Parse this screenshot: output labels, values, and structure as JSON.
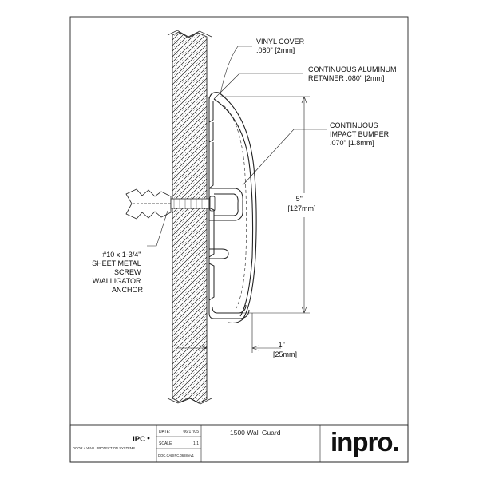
{
  "drawing": {
    "callouts": {
      "vinyl_cover": [
        "VINYL COVER",
        ".080\" [2mm]"
      ],
      "aluminum_retainer": [
        "CONTINUOUS ALUMINUM",
        "RETAINER .080\" [2mm]"
      ],
      "impact_bumper": [
        "CONTINUOUS",
        "IMPACT BUMPER",
        ".070\" [1.8mm]"
      ],
      "screw": [
        "#10 x 1-3/4\"",
        "SHEET METAL",
        "SCREW",
        "W/ALLIGATOR",
        "ANCHOR"
      ]
    },
    "dimensions": {
      "height": [
        "5\"",
        "[127mm]"
      ],
      "depth": [
        "1\"",
        "[25mm]"
      ]
    }
  },
  "title_block": {
    "company_short": "IPC",
    "tagline": "DOOR + WALL PROTECTION SYSTEMS",
    "date_label": "DATE:",
    "date_value": "06/17/05",
    "scale_label": "SCALE",
    "scale_value": "1:1",
    "doc_id": "DOC.CADIPC.0688rev1",
    "title": "1500 Wall Guard",
    "logo": "inpro."
  }
}
